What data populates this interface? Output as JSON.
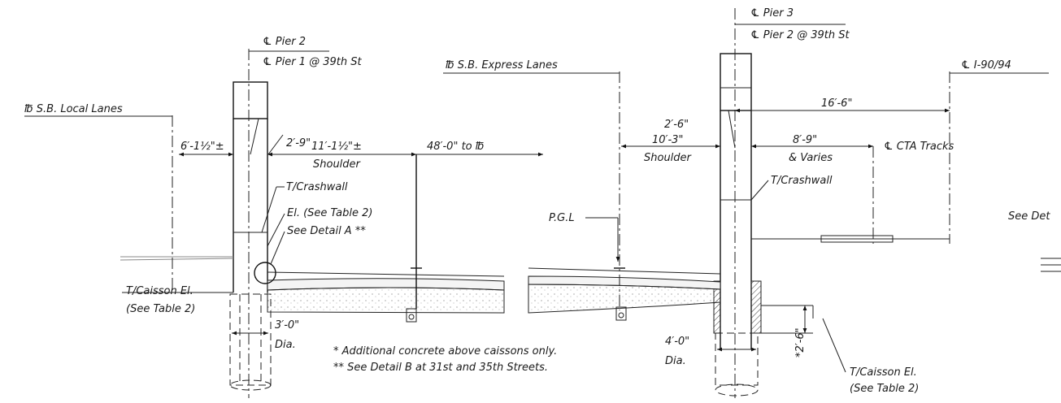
{
  "labels": {
    "pier2": "℄ Pier 2",
    "pier1_39": "℄ Pier 1 @ 39th St",
    "pier3": "℄ Pier 3",
    "pier2_39": "℄ Pier 2 @ 39th St",
    "sb_local": "℔ S.B. Local Lanes",
    "sb_express": "℔ S.B. Express Lanes",
    "i9094": "℄ I-90/94",
    "cta": "℄ CTA Tracks",
    "see_det": "See Det",
    "pgl": "P.G.L",
    "crash_left": "T/Crashwall",
    "crash_right": "T/Crashwall",
    "el_table": "El. (See Table 2)",
    "see_detail_a": "See Detail A **",
    "caisson_left_1": "T/Caisson El.",
    "caisson_left_2": "(See Table 2)",
    "caisson_right_1": "T/Caisson El.",
    "caisson_right_2": "(See Table 2)",
    "note1": "* Additional concrete above caissons only.",
    "note2": "** See Detail B at 31st and 35th Streets."
  },
  "dimensions": {
    "d_2_9": "2′-9\"",
    "d_6_1": "6′-1½\"±",
    "d_11_1": "11′-1½\"±",
    "d_shoulder_left": "Shoulder",
    "d_48": "48′-0\" to ℔",
    "d_3_0": "3′-0\"",
    "d_dia_left": "Dia.",
    "d_2_6": "2′-6\"",
    "d_10_3": "10′-3\"",
    "d_shoulder_right": "Shoulder",
    "d_8_9": "8′-9\"",
    "d_varies": "& Varies",
    "d_16_6": "16′-6\"",
    "d_4_0": "4′-0\"",
    "d_dia_right": "Dia.",
    "d_2_6_star": "*2′-6\""
  }
}
